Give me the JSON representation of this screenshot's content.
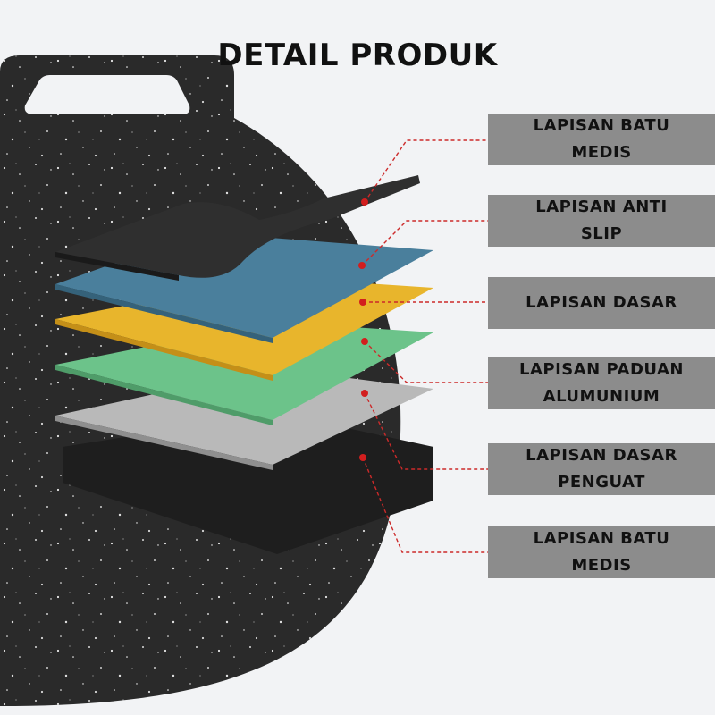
{
  "title": "DETAIL PRODUK",
  "colors": {
    "background": "#f2f3f5",
    "pan": "#2a2a2a",
    "label_bg": "#8c8c8c",
    "leader_line": "#cc2a2a",
    "layer_top": "#2f2f2f",
    "layer_blue": "#4a7f9c",
    "layer_yellow": "#e8b52c",
    "layer_green": "#6cc38a",
    "layer_gray": "#b9b9b9",
    "layer_black": "#1e1e1e"
  },
  "layers": [
    {
      "lines": [
        "LAPISAN BATU",
        "MEDIS"
      ]
    },
    {
      "lines": [
        "LAPISAN ANTI",
        "SLIP"
      ]
    },
    {
      "lines": [
        "LAPISAN DASAR"
      ]
    },
    {
      "lines": [
        "LAPISAN PADUAN",
        "ALUMUNIUM"
      ]
    },
    {
      "lines": [
        "LAPISAN DASAR",
        "PENGUAT"
      ]
    },
    {
      "lines": [
        "LAPISAN BATU",
        "MEDIS"
      ]
    }
  ]
}
